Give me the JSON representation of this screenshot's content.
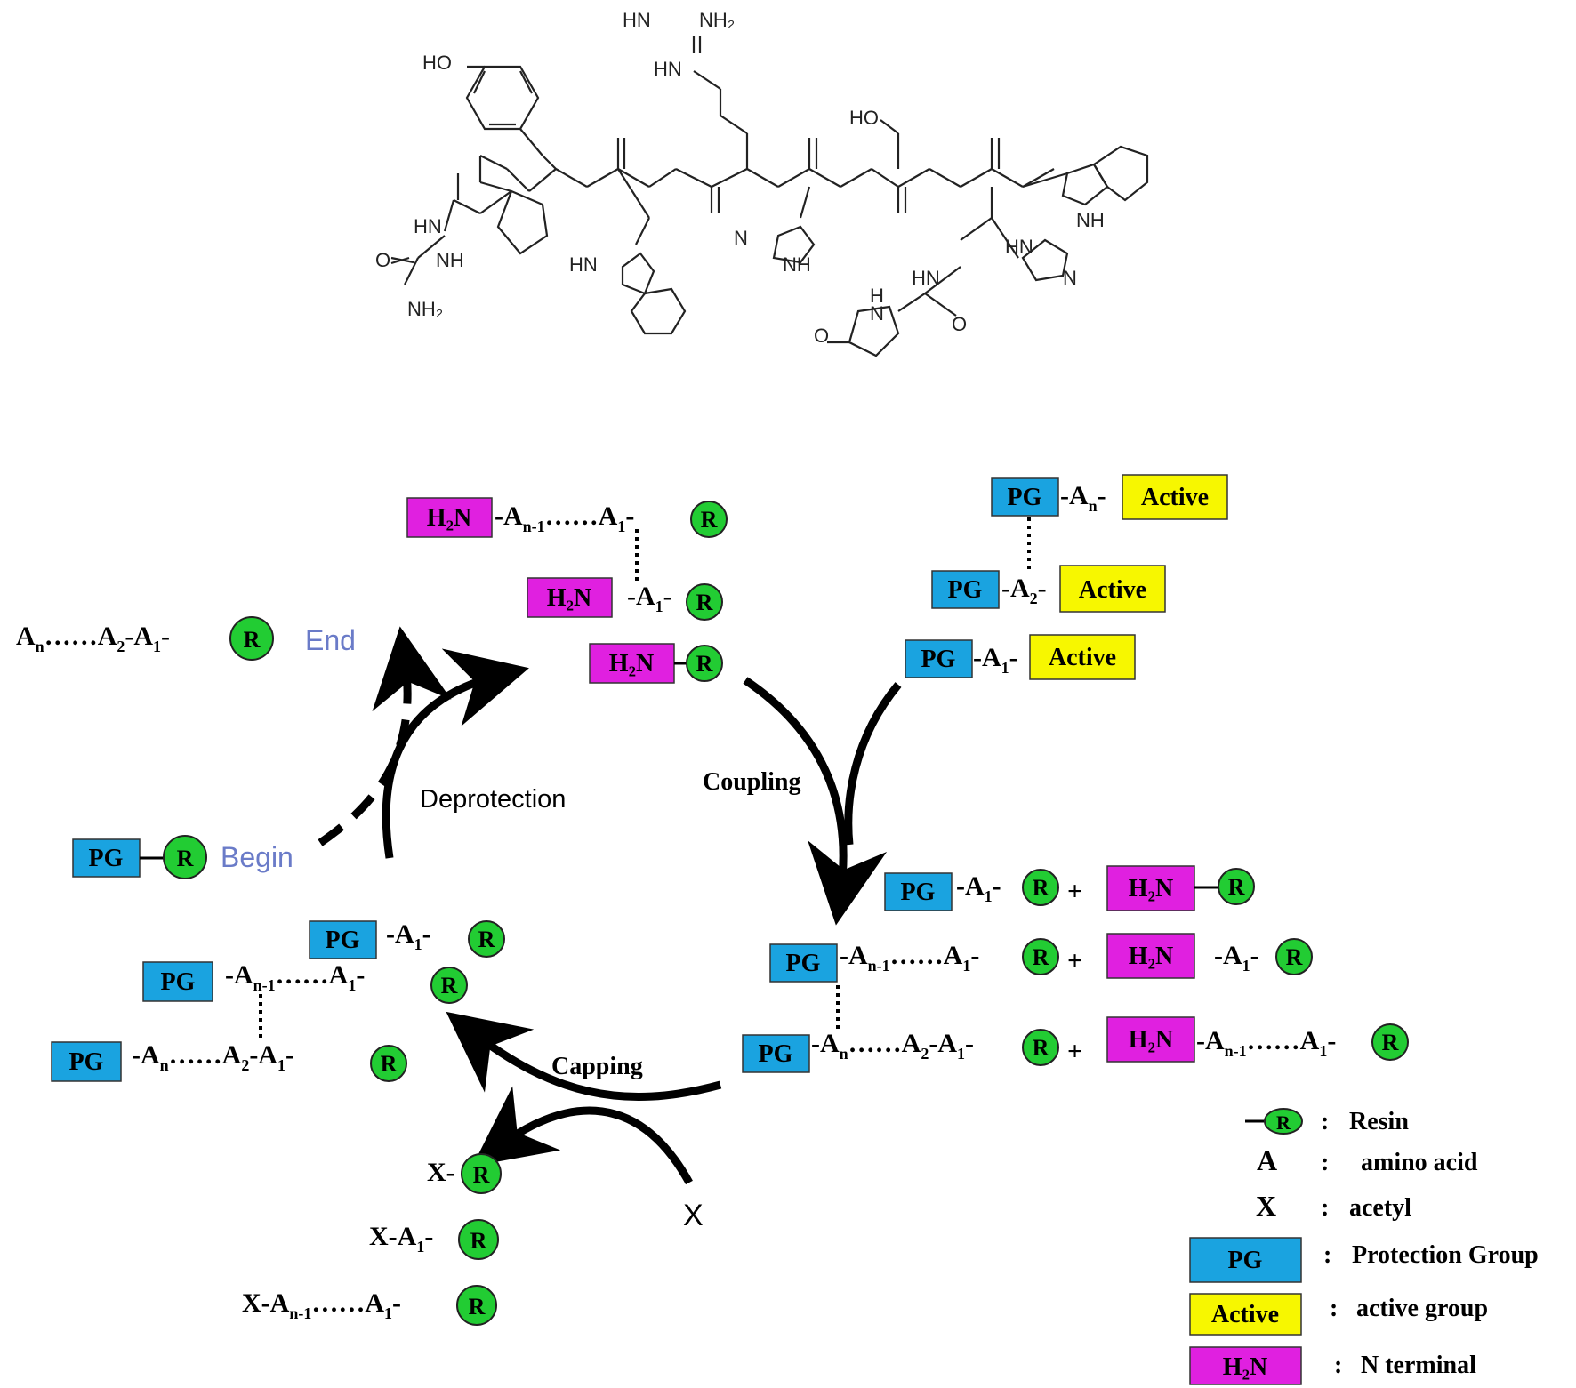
{
  "colors": {
    "pg": "#1aa3e0",
    "active": "#f7f700",
    "h2n": "#e020e0",
    "resin": "#22cc33",
    "begin_end": "#6a7bc8"
  },
  "molecule": {
    "labels": {
      "ho_top": "HO",
      "guan_hn": "HN",
      "guan_nh2": "NH₂",
      "guan_hn2": "HN",
      "ho_ser": "HO",
      "hn_hydrazide": "HN",
      "nh_hydrazide": "NH",
      "nh2_urea": "NH₂",
      "o_urea": "O",
      "hn_indole1": "HN",
      "nh_indole2": "NH",
      "nh_imid1": "NH",
      "n_imid1": "N",
      "hn_imid2": "HN",
      "n_imid2": "N",
      "hn_his2": "HN",
      "nh_pyro": "N",
      "h_pyro": "H",
      "o_pyro": "O",
      "o_pyro2": "O"
    }
  },
  "boxes": {
    "pg": "PG",
    "active": "Active",
    "h2n": "H₂N"
  },
  "resin": "R",
  "steps": {
    "deprotection": "Deprotection",
    "coupling": "Coupling",
    "capping": "Capping",
    "begin": "Begin",
    "end": "End"
  },
  "reagent_x": "X",
  "legend": [
    {
      "symbol": "R",
      "sep": ":",
      "text": "Resin"
    },
    {
      "symbol": "A",
      "sep": ":",
      "text": "amino acid"
    },
    {
      "symbol": "X",
      "sep": ":",
      "text": "acetyl"
    },
    {
      "symbol": "PG",
      "sep": ":",
      "text": "Protection Group"
    },
    {
      "symbol": "Active",
      "sep": ":",
      "text": "active group"
    },
    {
      "symbol": "H₂N",
      "sep": ":",
      "text": "N terminal"
    }
  ]
}
